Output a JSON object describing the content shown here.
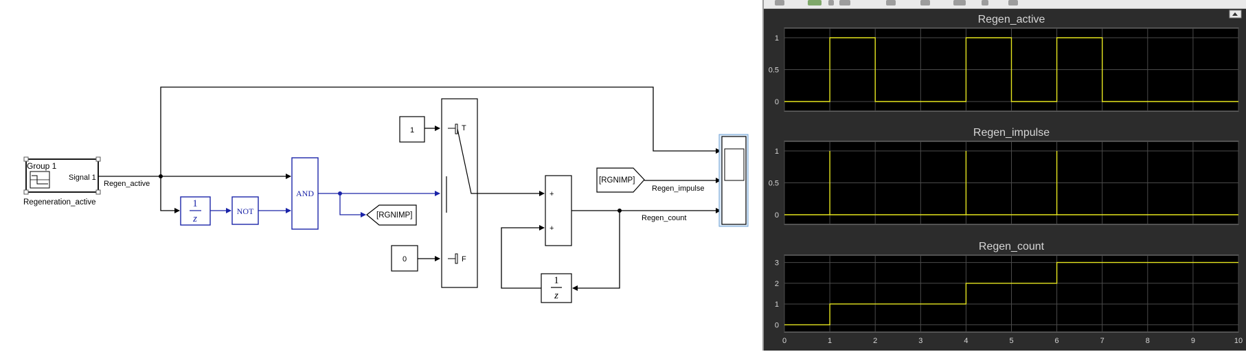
{
  "model": {
    "signal_builder": {
      "group": "Group 1",
      "signal": "Signal 1",
      "name": "Regeneration_active"
    },
    "line_labels": {
      "regen_active": "Regen_active",
      "regen_impulse": "Regen_impulse",
      "regen_count": "Regen_count"
    },
    "unit_delay": {
      "numerator": "1",
      "denominator": "z"
    },
    "not_label": "NOT",
    "and_label": "AND",
    "goto_tag": "[RGNIMP]",
    "from_tag": "[RGNIMP]",
    "const_true": "1",
    "const_false": "0",
    "switch_ports": {
      "true": "T",
      "false": "F"
    },
    "sum_signs": [
      "+",
      "+"
    ]
  },
  "scope": {
    "colors": {
      "background": "#2c2c2c",
      "plot": "#000000",
      "trace": "#e6e61e",
      "text": "#d6d6d6"
    },
    "x_ticks": [
      "0",
      "1",
      "2",
      "3",
      "4",
      "5",
      "6",
      "7",
      "8",
      "9",
      "10"
    ],
    "chart_data": [
      {
        "type": "line",
        "title": "Regen_active",
        "xlim": [
          0,
          10
        ],
        "ylim": [
          -0.15,
          1.15
        ],
        "y_ticks": [
          "0",
          "0.5",
          "1"
        ],
        "y_tick_values": [
          0,
          0.5,
          1
        ],
        "series": [
          {
            "x": [
              0,
              1,
              1,
              2,
              2,
              4,
              4,
              5,
              5,
              6,
              6,
              7,
              7,
              10
            ],
            "y": [
              0,
              0,
              1,
              1,
              0,
              0,
              1,
              1,
              0,
              0,
              1,
              1,
              0,
              0
            ]
          }
        ]
      },
      {
        "type": "line",
        "title": "Regen_impulse",
        "xlim": [
          0,
          10
        ],
        "ylim": [
          -0.15,
          1.15
        ],
        "y_ticks": [
          "0",
          "0.5",
          "1"
        ],
        "y_tick_values": [
          0,
          0.5,
          1
        ],
        "series": [
          {
            "x": [
              0,
              1,
              1,
              1,
              1,
              4,
              4,
              4,
              4,
              6,
              6,
              6,
              6,
              10
            ],
            "y": [
              0,
              0,
              1,
              1,
              0,
              0,
              1,
              1,
              0,
              0,
              1,
              1,
              0,
              0
            ]
          }
        ]
      },
      {
        "type": "line",
        "title": "Regen_count",
        "xlim": [
          0,
          10
        ],
        "ylim": [
          -0.35,
          3.35
        ],
        "y_ticks": [
          "0",
          "1",
          "2",
          "3"
        ],
        "y_tick_values": [
          0,
          1,
          2,
          3
        ],
        "series": [
          {
            "x": [
              0,
              1,
              1,
              4,
              4,
              6,
              6,
              10
            ],
            "y": [
              0,
              0,
              1,
              1,
              2,
              2,
              3,
              3
            ]
          }
        ]
      }
    ]
  }
}
